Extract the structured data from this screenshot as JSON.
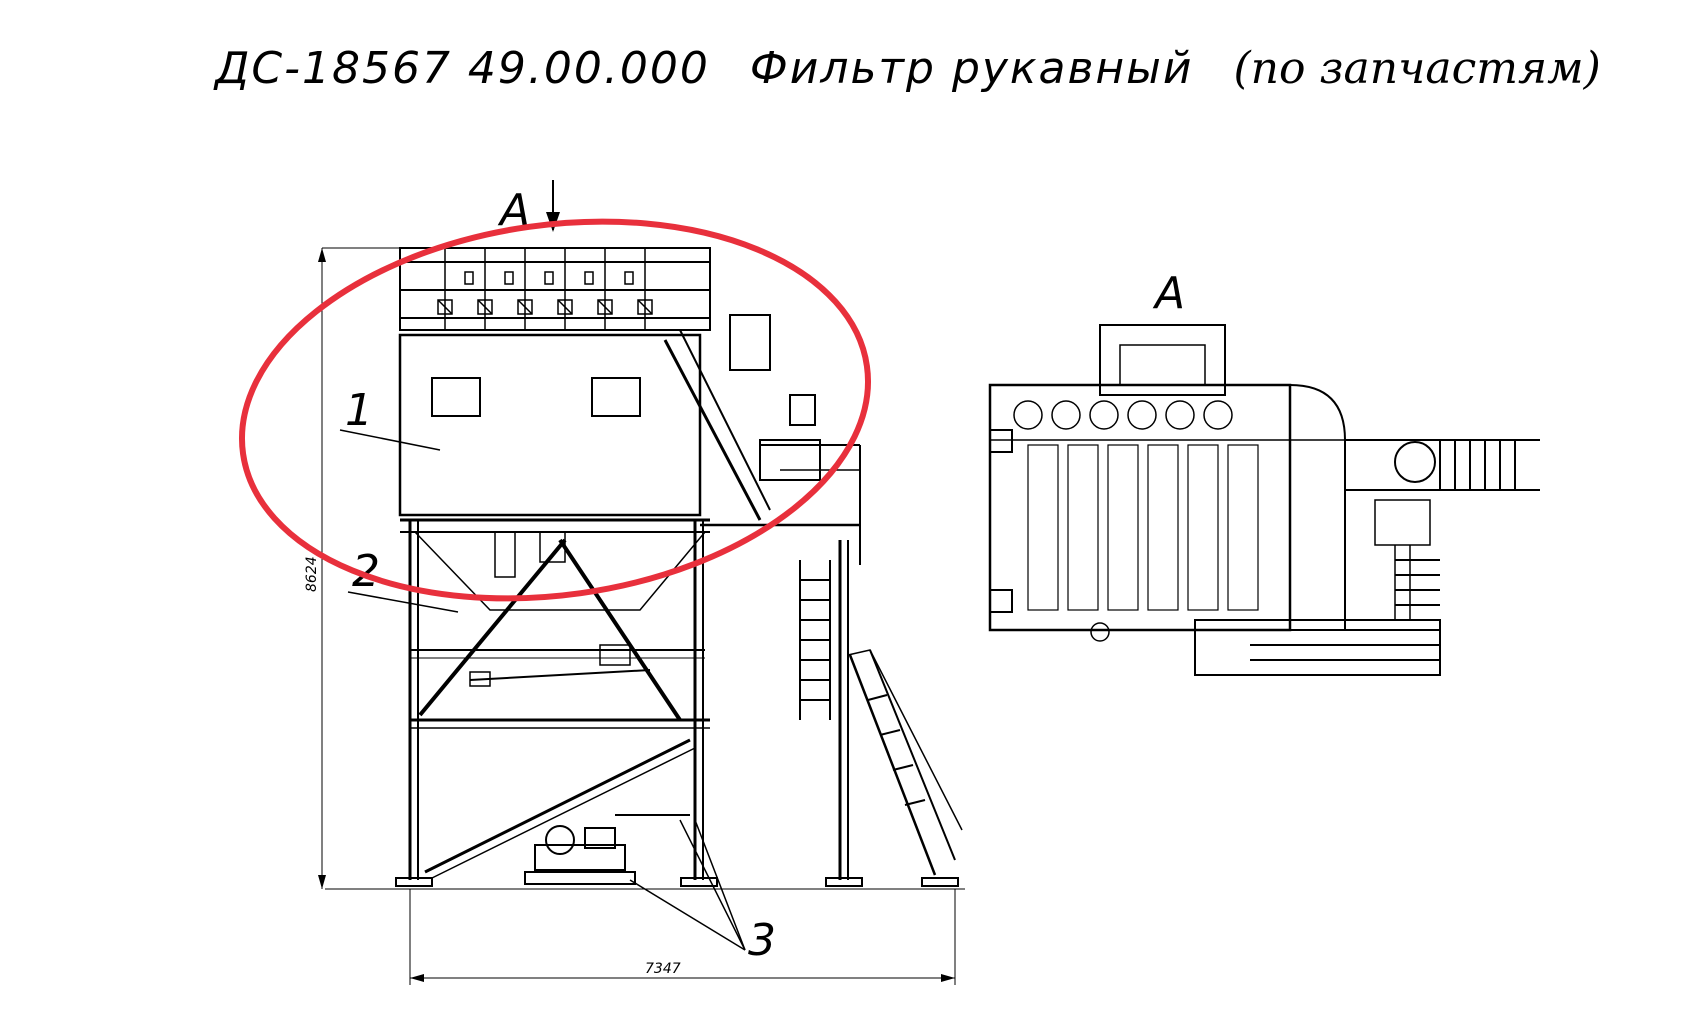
{
  "title": {
    "code": "ДС-18567  49.00.000",
    "name": "Фильтр   рукавный",
    "note": "(по запчастям)"
  },
  "view_label_main": "А",
  "view_label_plan": "А",
  "callouts": {
    "one": "1",
    "two": "2",
    "three": "3"
  },
  "dimensions": {
    "height": "8624",
    "width": "7347"
  },
  "colors": {
    "highlight": "#e8303c",
    "line": "#000000"
  }
}
